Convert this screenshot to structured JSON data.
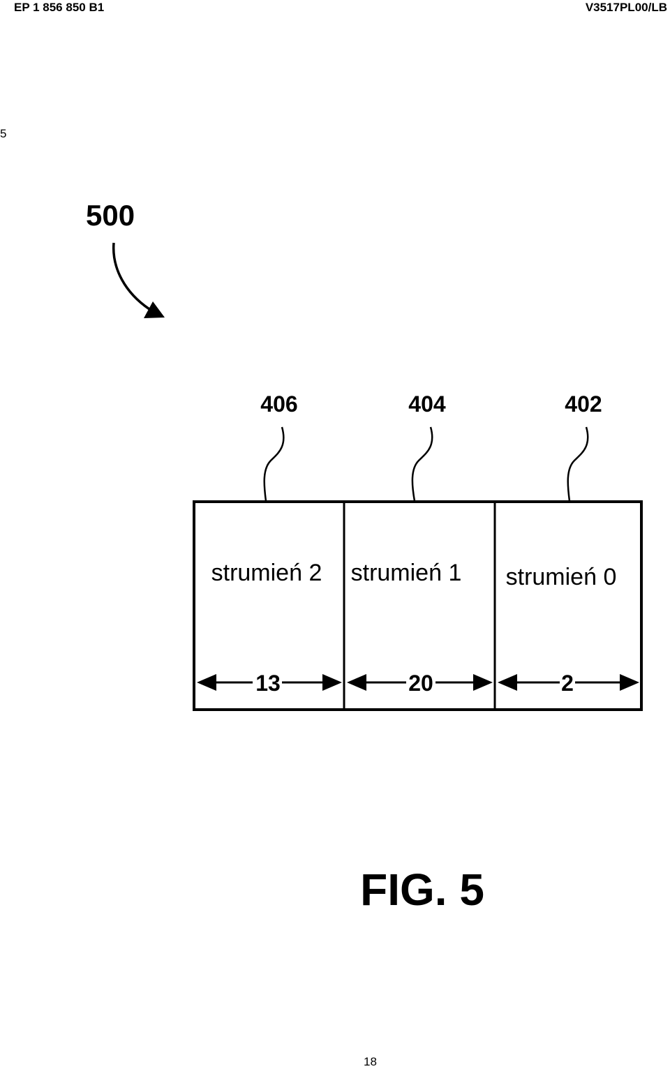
{
  "header": {
    "left": "EP 1 856 850 B1",
    "right": "V3517PL00/LB"
  },
  "line_number": "5",
  "page_number": "18",
  "figure": {
    "ref_main": "500",
    "caption": "FIG. 5",
    "blocks": [
      {
        "ref": "406",
        "label": "strumień 2",
        "width_value": "13"
      },
      {
        "ref": "404",
        "label": "strumień 1",
        "width_value": "20"
      },
      {
        "ref": "402",
        "label": "strumień 0",
        "width_value": "2"
      }
    ]
  }
}
